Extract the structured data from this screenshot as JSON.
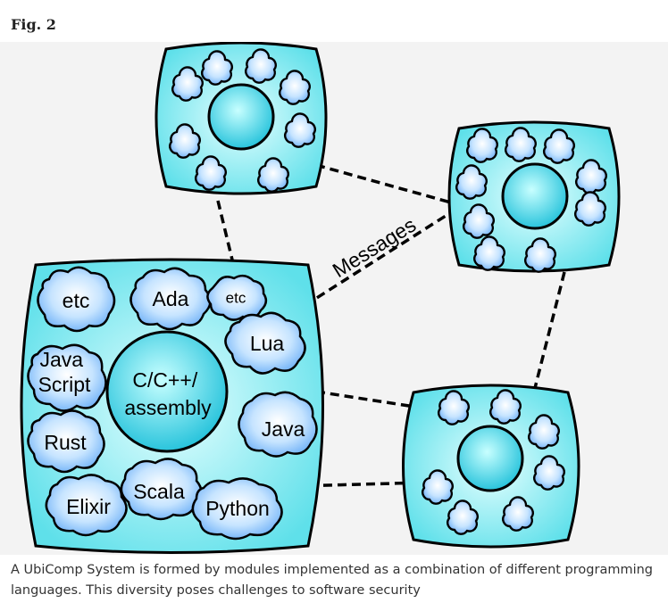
{
  "figure": {
    "label": "Fig. 2"
  },
  "diagram": {
    "edge_label": "Messages",
    "core_label_lines": [
      "C/C++/",
      "assembly"
    ],
    "languages": [
      {
        "key": "etc-left",
        "lines": [
          "etc"
        ]
      },
      {
        "key": "ada",
        "lines": [
          "Ada"
        ]
      },
      {
        "key": "etc-small",
        "lines": [
          "etc"
        ]
      },
      {
        "key": "lua",
        "lines": [
          "Lua"
        ]
      },
      {
        "key": "javascript",
        "lines": [
          "Java",
          "Script"
        ]
      },
      {
        "key": "rust",
        "lines": [
          "Rust"
        ]
      },
      {
        "key": "java",
        "lines": [
          "Java"
        ]
      },
      {
        "key": "elixir",
        "lines": [
          "Elixir"
        ]
      },
      {
        "key": "scala",
        "lines": [
          "Scala"
        ]
      },
      {
        "key": "python",
        "lines": [
          "Python"
        ]
      }
    ]
  },
  "caption": "A UbiComp System is formed by modules implemented as a combination of different programming languages. This diversity poses challenges to software security"
}
